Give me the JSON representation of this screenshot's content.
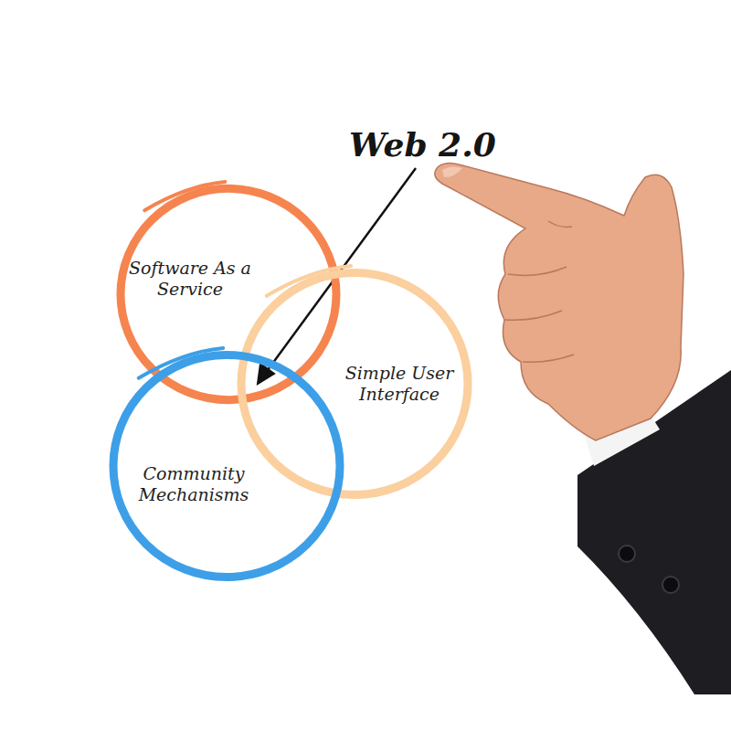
{
  "diagram": {
    "title": "Web 2.0",
    "nodes": [
      {
        "text": [
          "Software As a Service"
        ]
      },
      {
        "text": [
          "Simple User Interface"
        ]
      },
      {
        "text": [
          "Community Mechanisms"
        ]
      }
    ]
  }
}
